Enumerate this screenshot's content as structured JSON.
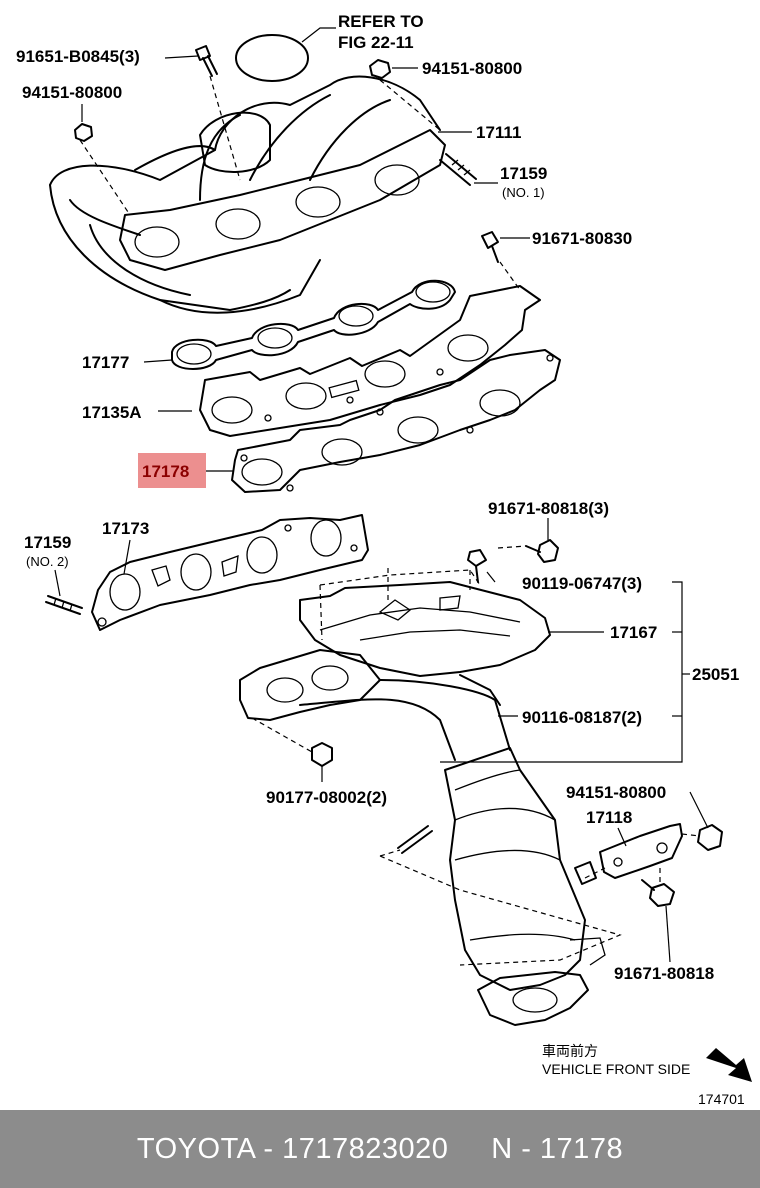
{
  "diagram": {
    "labels": {
      "refer_to": "REFER TO",
      "fig_ref": "FIG 22-11",
      "bolt_91651": "91651-B0845(3)",
      "nut_94151_a": "94151-80800",
      "nut_94151_b": "94151-80800",
      "manifold_17111": "17111",
      "stud_17159_a": "17159",
      "stud_17159_a_note": "(NO. 1)",
      "bolt_91671_80830": "91671-80830",
      "gasket_17177": "17177",
      "heat_insulator_17135a": "17135A",
      "gasket_17178": "17178",
      "bolt_91671_80818_3": "91671-80818(3)",
      "stud_17159_b": "17159",
      "stud_17159_b_note": "(NO. 2)",
      "gasket_17173": "17173",
      "bolt_90119": "90119-06747(3)",
      "insulator_17167": "17167",
      "assy_25051": "25051",
      "stud_90116": "90116-08187(2)",
      "nut_90177": "90177-08002(2)",
      "nut_94151_c": "94151-80800",
      "bracket_17118": "17118",
      "bolt_91671_80818": "91671-80818",
      "front_jp": "車両前方",
      "front_en": "VEHICLE FRONT SIDE",
      "figure_id": "174701"
    }
  },
  "footer": {
    "text": "TOYOTA - 1717823020     N - 17178"
  },
  "colors": {
    "highlight": "#ec8f8f",
    "footer_bg": "#8c8c8c"
  }
}
